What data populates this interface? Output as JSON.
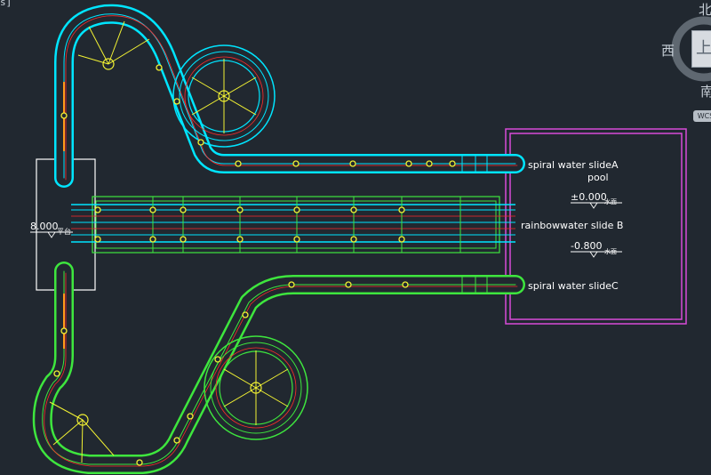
{
  "viewport": {
    "corner_label": "s]"
  },
  "labels": {
    "slide_a": "spiral water slideA",
    "pool": "pool",
    "elev_zero": "±0.000",
    "slide_b": "rainbowwater slide B",
    "elev_neg": "-0.800",
    "slide_c": "spiral water slideC",
    "platform_elev": "8.000",
    "platform_tag": "平台",
    "water_tag": "水面",
    "water_tag_2": "水面"
  },
  "viewcube": {
    "north": "北",
    "west": "西",
    "south": "南",
    "face": "上",
    "wcs": "WCS"
  },
  "colors": {
    "background": "#212830",
    "cyan": "#00e5ff",
    "green": "#3ee63e",
    "red": "#ff2a2a",
    "yellow": "#f2f233",
    "orange": "#ff9a1a",
    "magenta": "#d84bd8",
    "white": "#ffffff"
  }
}
